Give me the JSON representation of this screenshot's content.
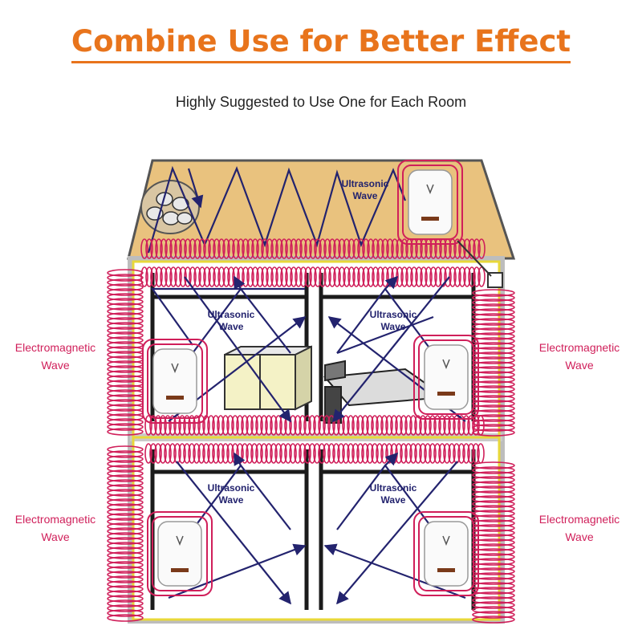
{
  "header": {
    "title": "Combine Use for Better Effect",
    "subtitle": "Highly Suggested to Use One for Each Room"
  },
  "labels": {
    "ultrasonic_line1": "Ultrasonic",
    "ultrasonic_line2": "Wave",
    "electromagnetic_line1": "Electromagnetic",
    "electromagnetic_line2": "Wave"
  },
  "colors": {
    "title": "#e8741c",
    "electromagnetic": "#d01f5a",
    "ultrasonic": "#23236e",
    "roof": "#e9c27e",
    "wall": "#c7c7c7",
    "wire": "#e8d83a"
  },
  "icons": {
    "device": "plug-in-repeller-icon",
    "mice": "mice-icon"
  }
}
